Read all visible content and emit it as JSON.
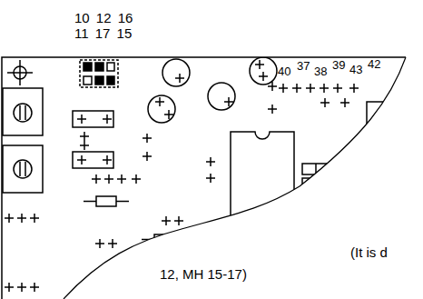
{
  "diagram": {
    "labels": [
      "10 12 16",
      "11 17 15",
      "40",
      "37",
      "38",
      "39",
      "43",
      "42",
      "(It is d",
      "12, MH 15-17)"
    ]
  }
}
